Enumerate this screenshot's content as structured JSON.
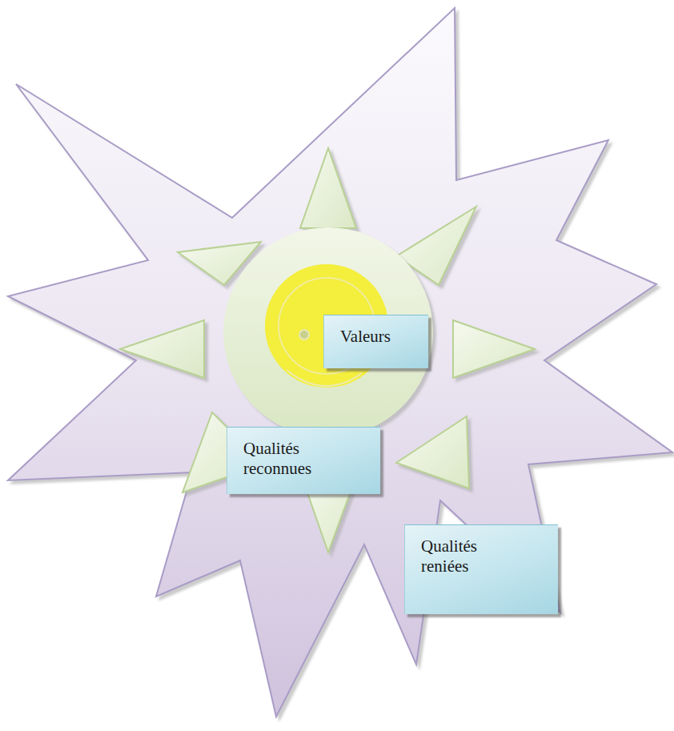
{
  "diagram": {
    "nodes": [
      {
        "text": [
          "Valeurs"
        ]
      },
      {
        "text": [
          "Qualités reconnues"
        ]
      },
      {
        "text": [
          "Qualités reniées"
        ]
      }
    ]
  }
}
